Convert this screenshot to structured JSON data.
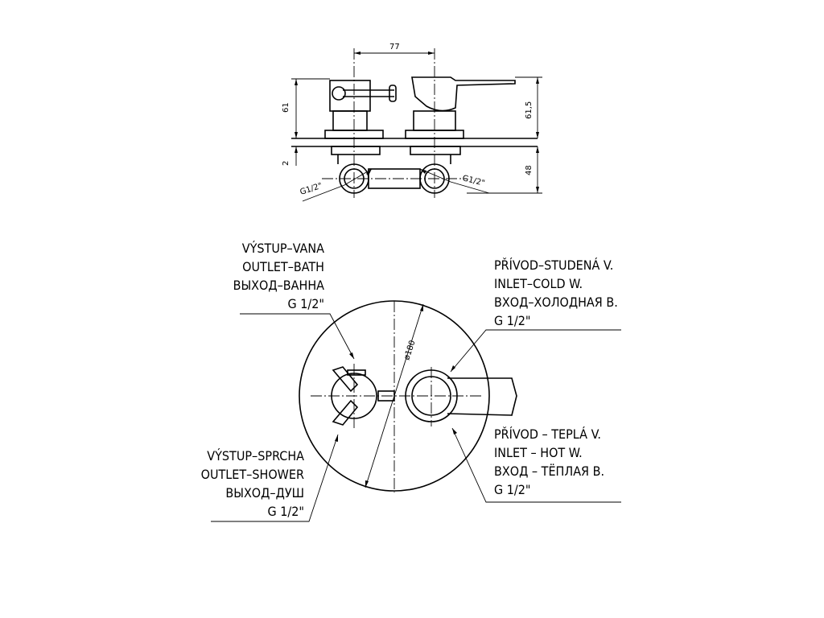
{
  "dimensions": {
    "width_77": "77",
    "height_61": "61",
    "height_61_5": "61,5",
    "depth_2": "2",
    "depth_48": "48",
    "thread_left": "G1/2\"",
    "thread_right": "G1/2\"",
    "diameter_180": "ø180"
  },
  "labels": {
    "outlet_bath": [
      "VÝSTUP–VANA",
      "OUTLET–BATH",
      "ВЫХОД–ВАННА",
      "G 1/2\""
    ],
    "inlet_cold": [
      "PŘÍVOD–STUDENÁ V.",
      "INLET–COLD W.",
      "ВХОД–ХОЛОДНАЯ В.",
      "G 1/2\""
    ],
    "outlet_shower": [
      "VÝSTUP–SPRCHA",
      "OUTLET–SHOWER",
      "ВЫХОД–ДУШ",
      "G 1/2\""
    ],
    "inlet_hot": [
      "PŘÍVOD – TEPLÁ V.",
      "INLET – HOT W.",
      "ВХОД – ТЁПЛАЯ В.",
      "G 1/2\""
    ]
  }
}
